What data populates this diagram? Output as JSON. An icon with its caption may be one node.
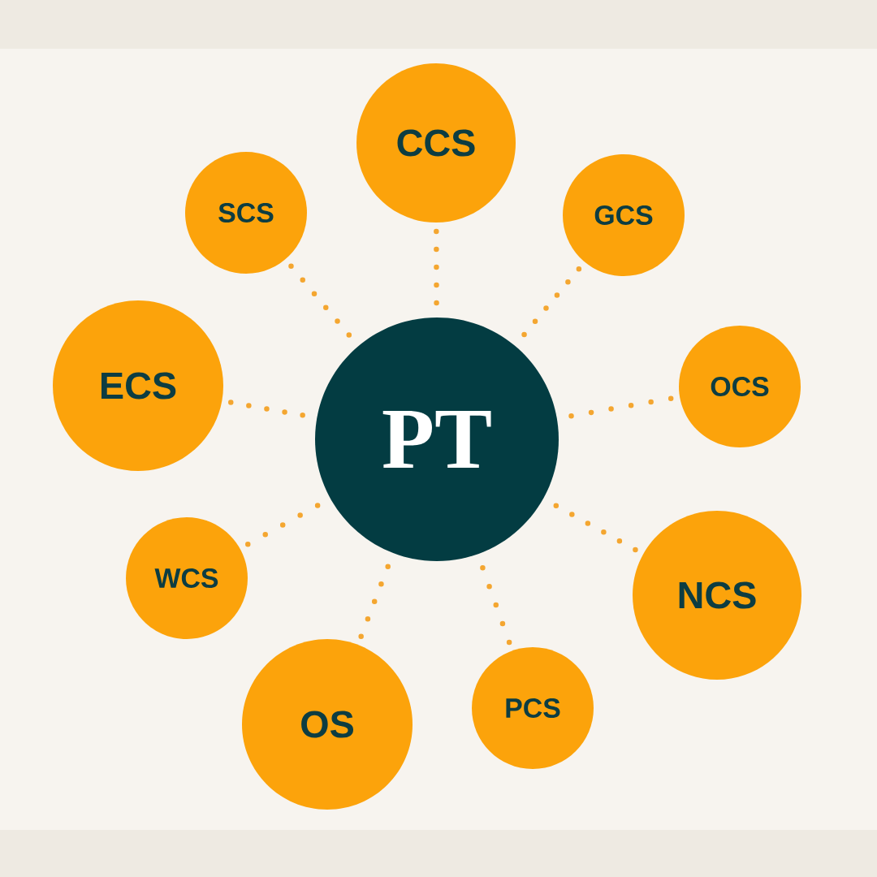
{
  "diagram": {
    "nodes": [
      {
        "text": [
          "PT"
        ]
      },
      {
        "text": [
          "CCS"
        ]
      },
      {
        "text": [
          "GCS"
        ]
      },
      {
        "text": [
          "OCS"
        ]
      },
      {
        "text": [
          "NCS"
        ]
      },
      {
        "text": [
          "PCS"
        ]
      },
      {
        "text": [
          "OS"
        ]
      },
      {
        "text": [
          "WCS"
        ]
      },
      {
        "text": [
          "ECS"
        ]
      },
      {
        "text": [
          "SCS"
        ]
      }
    ],
    "edges": [
      {
        "from": 0,
        "to": 1,
        "arrow": "none"
      },
      {
        "from": 0,
        "to": 2,
        "arrow": "none"
      },
      {
        "from": 0,
        "to": 3,
        "arrow": "none"
      },
      {
        "from": 0,
        "to": 4,
        "arrow": "none"
      },
      {
        "from": 0,
        "to": 5,
        "arrow": "none"
      },
      {
        "from": 0,
        "to": 6,
        "arrow": "none"
      },
      {
        "from": 0,
        "to": 7,
        "arrow": "none"
      },
      {
        "from": 0,
        "to": 8,
        "arrow": "none"
      },
      {
        "from": 0,
        "to": 9,
        "arrow": "none"
      }
    ]
  }
}
